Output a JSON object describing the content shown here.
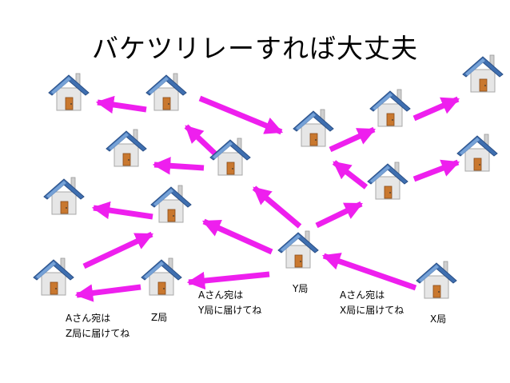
{
  "title": "バケツリレーすれば大丈夫",
  "colors": {
    "arrow": "#ee1fee",
    "roof": "#3f6fb0",
    "roof_light": "#8fb8e8",
    "wall": "#e6e6e6",
    "door": "#c9782f"
  },
  "labels": {
    "y_station": "Y局",
    "z_station": "Z局",
    "x_station": "X局",
    "msg_to_y": [
      "Aさん宛は",
      "Y局に届けてね"
    ],
    "msg_to_z": [
      "Aさん宛は",
      "Z局に届けてね"
    ],
    "msg_to_x": [
      "Aさん宛は",
      "X局に届けてね"
    ]
  }
}
